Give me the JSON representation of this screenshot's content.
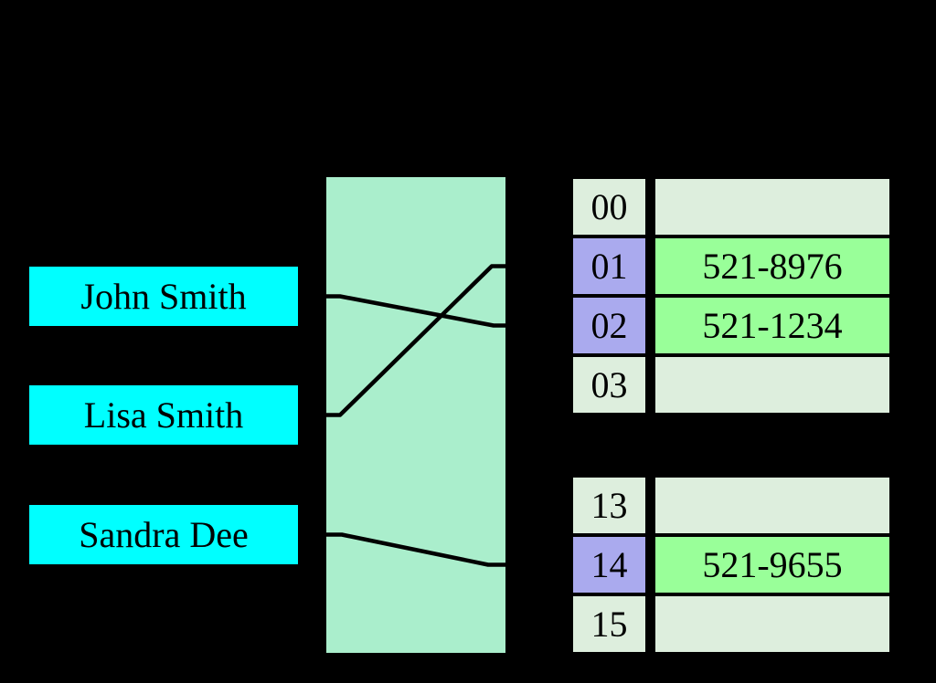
{
  "diagram_type": "hash-table",
  "colors": {
    "background": "#000000",
    "key_box": "#00FFFF",
    "hash_function_box": "#AAEECC",
    "bucket_cell": "#DDEEDD",
    "bucket_index_highlight": "#AAAAEE",
    "bucket_value_highlight": "#99FF99",
    "connector_line": "#000000",
    "text": "#000000"
  },
  "keys": [
    {
      "label": "John Smith",
      "maps_to_bucket": "02"
    },
    {
      "label": "Lisa Smith",
      "maps_to_bucket": "01"
    },
    {
      "label": "Sandra Dee",
      "maps_to_bucket": "14"
    }
  ],
  "buckets": [
    {
      "index": "00",
      "value": "",
      "filled": false
    },
    {
      "index": "01",
      "value": "521-8976",
      "filled": true
    },
    {
      "index": "02",
      "value": "521-1234",
      "filled": true
    },
    {
      "index": "03",
      "value": "",
      "filled": false
    },
    {
      "index": "13",
      "value": "",
      "filled": false
    },
    {
      "index": "14",
      "value": "521-9655",
      "filled": true
    },
    {
      "index": "15",
      "value": "",
      "filled": false
    }
  ]
}
